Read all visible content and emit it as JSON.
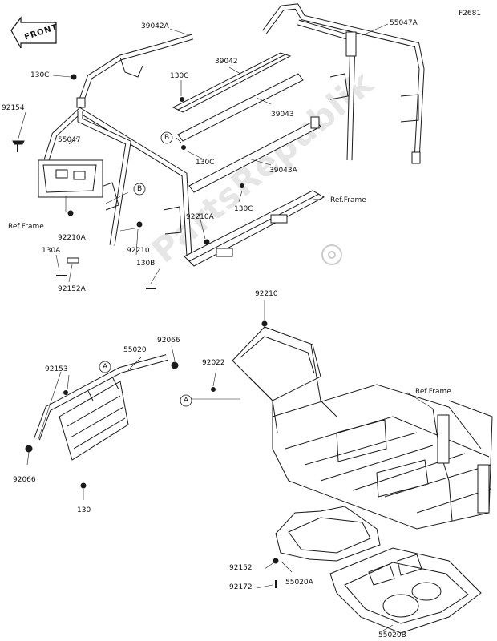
{
  "figure_code": "F2681",
  "watermark": "PartsRepublik",
  "front_badge": "FRONT",
  "labels": {
    "p39042A": "39042A",
    "p55047A": "55047A",
    "p130C_a": "130C",
    "p130C_b": "130C",
    "p130C_c": "130C",
    "p130C_d": "130C",
    "p39042": "39042",
    "p39043": "39043",
    "p39043A": "39043A",
    "p92154": "92154",
    "p55047": "55047",
    "refframe_a": "Ref.Frame",
    "refframe_b": "Ref.Frame",
    "refframe_c": "Ref.Frame",
    "p92210A_a": "92210A",
    "p92210A_b": "92210A",
    "p130A": "130A",
    "p92210_a": "92210",
    "p130B": "130B",
    "p92152A": "92152A",
    "p92210_b": "92210",
    "p92066_a": "92066",
    "p55020": "55020",
    "p92022": "92022",
    "p92153": "92153",
    "p92066_b": "92066",
    "p130": "130",
    "p92152": "92152",
    "p55020A": "55020A",
    "p92172": "92172",
    "p55020B": "55020B",
    "markA_1": "A",
    "markA_2": "A",
    "markB_1": "B",
    "markB_2": "B"
  }
}
